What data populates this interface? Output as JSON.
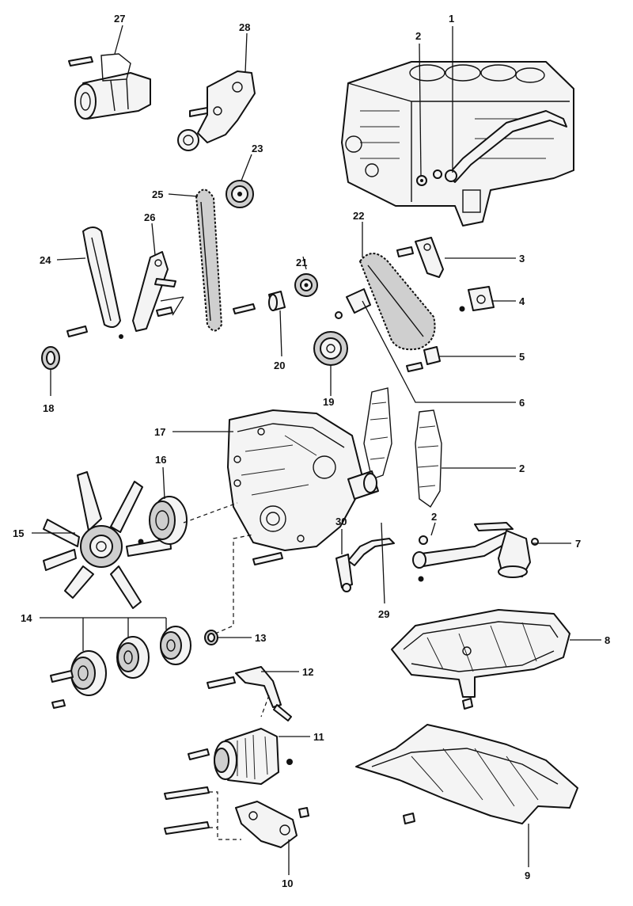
{
  "callouts": {
    "c1": "1",
    "c2a": "2",
    "c2b": "2",
    "c2c": "2",
    "c3": "3",
    "c4": "4",
    "c5": "5",
    "c6": "6",
    "c7": "7",
    "c8": "8",
    "c9": "9",
    "c10": "10",
    "c11": "11",
    "c12": "12",
    "c13": "13",
    "c14": "14",
    "c15": "15",
    "c16": "16",
    "c17": "17",
    "c18": "18",
    "c19": "19",
    "c20": "20",
    "c21": "21",
    "c22": "22",
    "c23": "23",
    "c24": "24",
    "c25": "25",
    "c26": "26",
    "c27": "27",
    "c28": "28",
    "c29": "29",
    "c30": "30"
  }
}
